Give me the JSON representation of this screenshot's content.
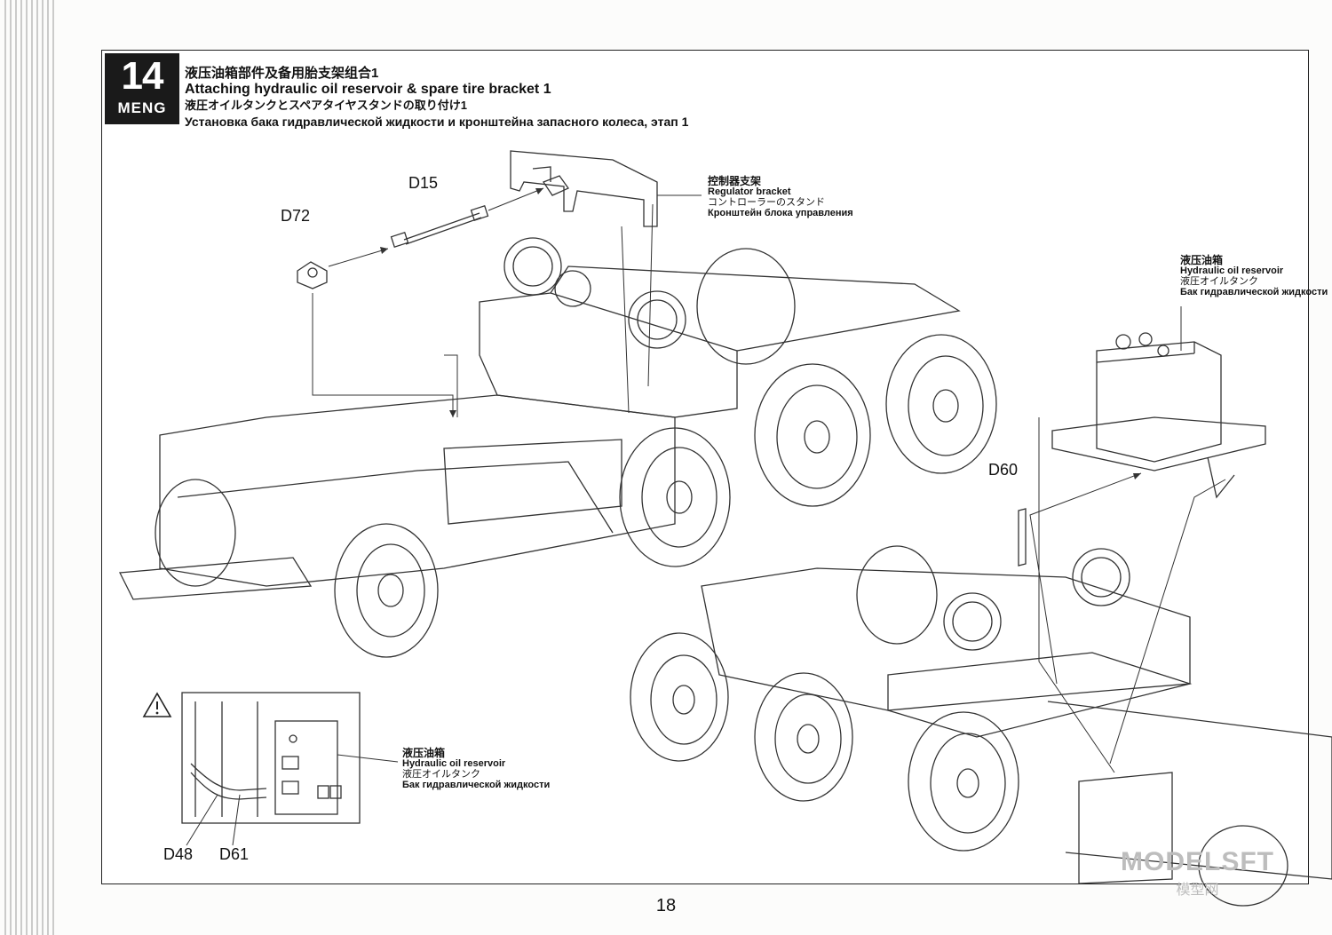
{
  "step": {
    "number": "14",
    "brand": "MENG"
  },
  "title": {
    "cn": "液压油箱部件及备用胎支架组合1",
    "en": "Attaching hydraulic oil reservoir & spare tire bracket 1",
    "jp": "液圧オイルタンクとスペアタイヤスタンドの取り付け1",
    "ru": "Установка бака гидравлической жидкости и кронштейна запасного колеса, этап 1"
  },
  "parts": {
    "d15": "D15",
    "d72": "D72",
    "d60": "D60",
    "d48": "D48",
    "d61": "D61"
  },
  "callouts": {
    "regulator": {
      "cn": "控制器支架",
      "en": "Regulator bracket",
      "jp": "コントローラーのスタンド",
      "ru": "Кронштейн блока управления"
    },
    "reservoir_top": {
      "cn": "液压油箱",
      "en": "Hydraulic oil reservoir",
      "jp": "液圧オイルタンク",
      "ru": "Бак гидравлической жидкости"
    },
    "reservoir_detail": {
      "cn": "液压油箱",
      "en": "Hydraulic oil reservoir",
      "jp": "液圧オイルタンク",
      "ru": "Бак гидравлической жидкости"
    }
  },
  "page_number": "18",
  "watermark": {
    "main": "MODELSFT",
    "sub": "模型网"
  }
}
